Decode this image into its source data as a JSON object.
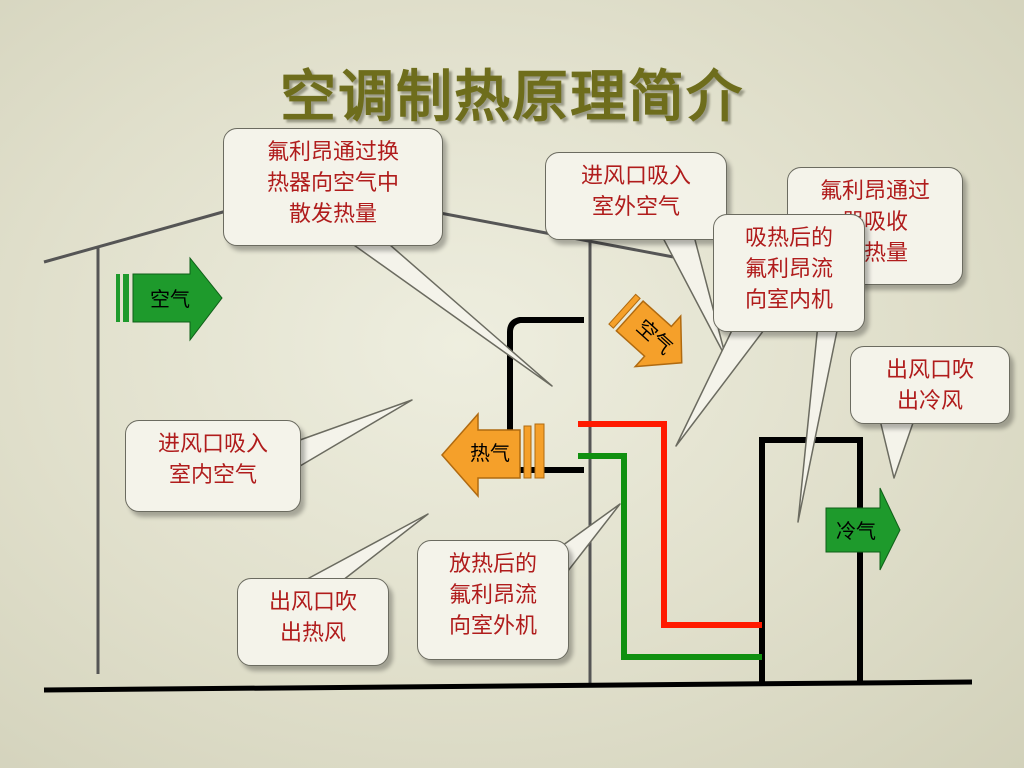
{
  "title": "空调制热原理简介",
  "arrows": {
    "air_in": "空气",
    "hot_air": "热气",
    "outdoor_air": "空气",
    "cold_air": "冷气"
  },
  "bubbles": {
    "refrigerant_release_heat": "氟利昂通过换\n热器向空气中\n散发热量",
    "outdoor_intake": "进风口吸入\n室外空气",
    "refrigerant_absorb_heat": "氟利昂通过\n器吸收\n的热量",
    "heated_refrigerant_flow": "吸热后的\n氟利昂流\n向室内机",
    "outdoor_outlet_cold": "出风口吹\n出冷风",
    "indoor_intake": "进风口吸入\n室内空气",
    "indoor_outlet_hot": "出风口吹\n出热风",
    "cooled_refrigerant_flow": "放热后的\n氟利昂流\n向室外机"
  },
  "colors": {
    "hot_pipe": "#ff1a00",
    "cold_pipe": "#109010",
    "green_arrow": "#1e9a2c",
    "orange_arrow": "#f5a02a",
    "title": "#6e6d1c",
    "bubble_text": "#b01c1c"
  }
}
